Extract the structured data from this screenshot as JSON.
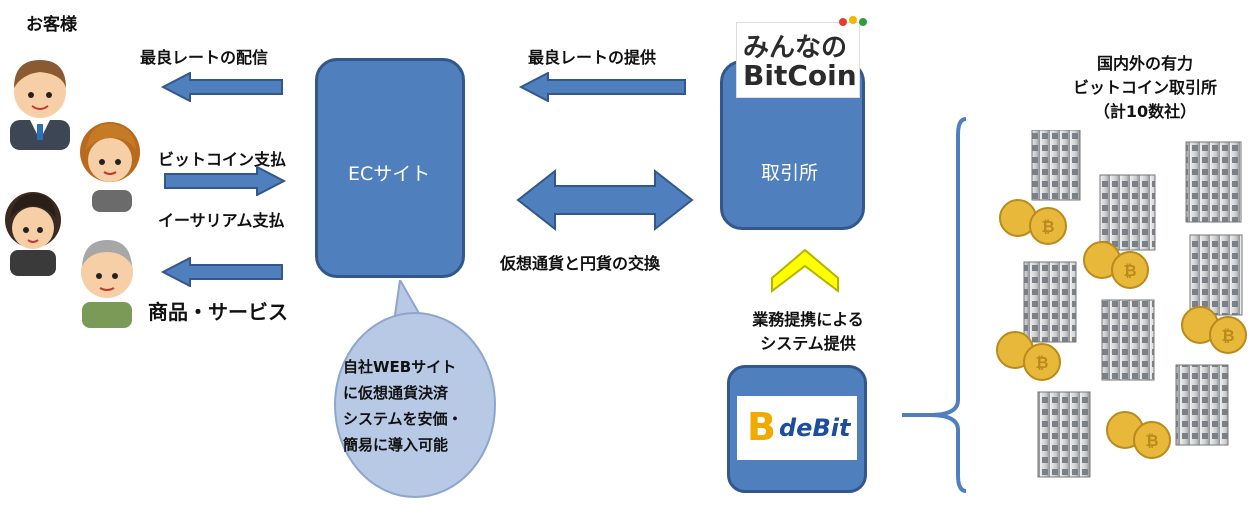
{
  "customers": {
    "title": "お客様"
  },
  "arrows": {
    "best_rate_delivery": "最良レートの配信",
    "bitcoin_payment": "ビットコイン支払",
    "ethereum_payment": "イーサリアム支払",
    "goods_services": "商品・サービス",
    "best_rate_provision": "最良レートの提供",
    "crypto_yen_exchange": "仮想通貨と円貨の交換"
  },
  "ec_site": {
    "label": "ECサイト"
  },
  "callout": {
    "lines": [
      "自社WEBサイト",
      "に仮想通貨決済",
      "システムを安価・",
      "簡易に導入可能"
    ]
  },
  "exchange": {
    "label": "取引所",
    "logo_line1": "みんなの",
    "logo_line2": "BitCoin"
  },
  "partnership": {
    "lines": [
      "業務提携による",
      "システム提供"
    ]
  },
  "debit": {
    "logo_text": "deBit"
  },
  "overseas": {
    "lines": [
      "国内外の有力",
      "ビットコイン取引所",
      "（計10数社）"
    ]
  },
  "colors": {
    "box_fill": "#4f7fbd",
    "box_border": "#33578a",
    "callout": "#b7c9e4",
    "chevron": "#ffff00",
    "coin": "#e8b83a"
  }
}
